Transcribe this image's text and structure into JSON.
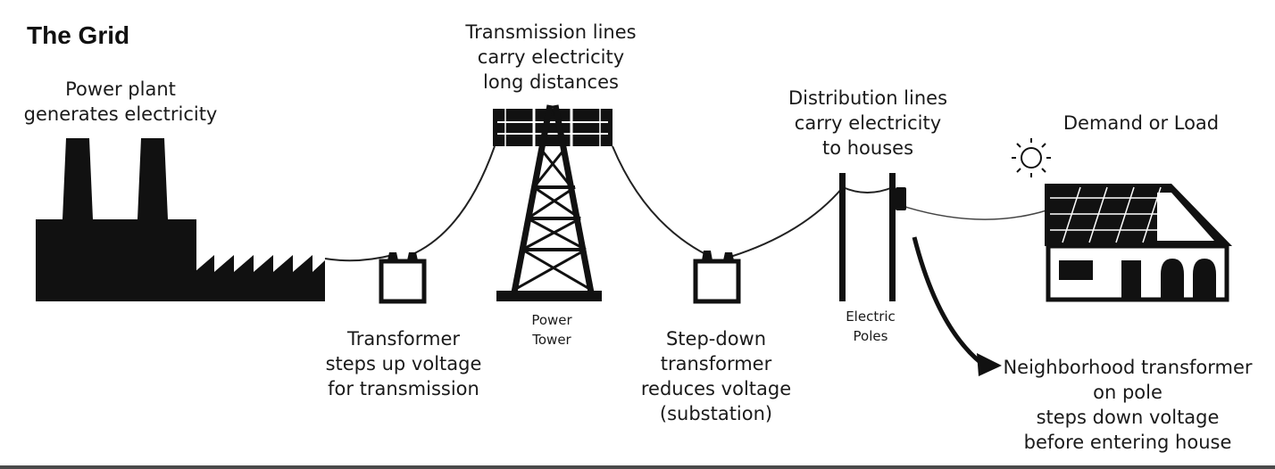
{
  "title": "The Grid",
  "labels": {
    "power_plant": "Power plant\ngenerates electricity",
    "transformer": "Transformer\nsteps up voltage\nfor transmission",
    "transmission_lines": "Transmission lines\ncarry electricity\nlong distances",
    "power_tower": "Power\nTower",
    "step_down": "Step-down\ntransformer\nreduces voltage\n(substation)",
    "distribution_lines": "Distribution lines\ncarry electricity\nto houses",
    "electric_poles": "Electric\nPoles",
    "demand": "Demand or Load",
    "neighborhood_transformer": "Neighborhood transformer\non pole\nsteps down voltage\nbefore entering house"
  },
  "colors": {
    "ink": "#111111",
    "line": "#222222",
    "background": "#ffffff"
  }
}
